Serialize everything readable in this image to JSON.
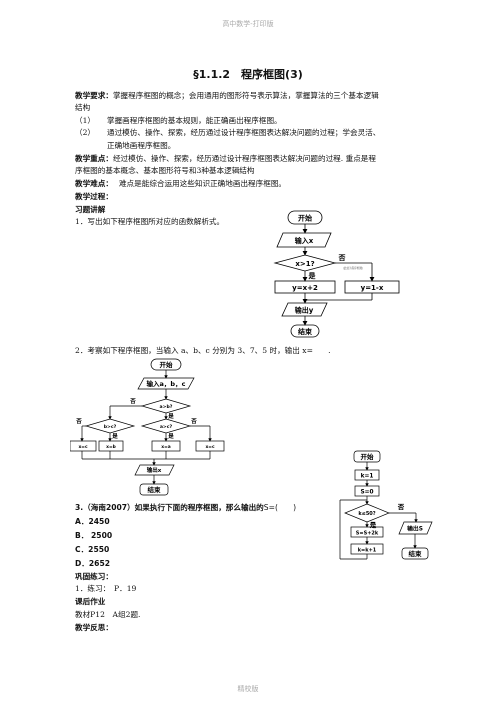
{
  "header": "高中数学-打印版",
  "footer": "精校版",
  "title": "§1.1.2　程序框图(3)",
  "goals": {
    "label": "教学要求：",
    "text1": "掌握程序框图的概念；会用通用的图形符号表示算法，掌握算法的三个基本逻辑",
    "text2": "结构",
    "item1_num": "（1）",
    "item1": "掌握画程序框图的基本规则，能正确画出程序框图。",
    "item2_num": "（2）",
    "item2a": "通过模仿、操作、探索，经历通过设计程序框图表达解决问题的过程；学会灵活、",
    "item2b": "正确地画程序框图。"
  },
  "key_points": {
    "label": "教学重点：",
    "text1": "经过模仿、操作、探索，经历通过设计程序框图表达解决问题的过程. 重点是程",
    "text2": "序框图的基本概念、基本图形符号和3种基本逻辑结构"
  },
  "difficulty": {
    "label": "教学难点：",
    "text": "难点是能综合运用这些知识正确地画出程序框图。"
  },
  "process_label": "教学过程：",
  "examples_label": "习题讲解",
  "q1": "1．写出如下程序框图所对应的函数解析式。",
  "fc1": {
    "start": "开始",
    "input": "输入x",
    "cond": "x>1?",
    "no": "否",
    "yes": "是",
    "tiny": "(此处为程序框图)",
    "left_proc": "y=x+2",
    "right_proc": "y=1-x",
    "output": "输出y",
    "end": "结束"
  },
  "q2": "2．考察如下程序框图，当输入 a、b、c 分别为 3、7、5 时，输出 x=　　.",
  "fc2": {
    "start": "开始",
    "input": "输入a，b，c",
    "cond": "a>b?",
    "no": "否",
    "yes": "是",
    "cond_l": "b>c?",
    "cond_r": "a>c?",
    "p1": "x=c",
    "p2": "x=b",
    "p3": "x=a",
    "p4": "x=c",
    "output": "输出x",
    "end": "结束"
  },
  "fc3": {
    "start": "开始",
    "init_k": "k=1",
    "init_s": "S=0",
    "cond": "k≤50?",
    "no": "否",
    "yes": "是",
    "body": "S=S+2k",
    "output": "输出S",
    "incr": "k=k+1",
    "end": "结束"
  },
  "q3": "3.（海南2007）如果执行下面的程序框图，那么输出的",
  "q3_tail": "S=(　　)",
  "options": [
    "A．2450",
    "B． 2500",
    "C．2550",
    "D．2652"
  ],
  "consolidate_label": "巩固练习：",
  "consolidate": "1．练习：　P．19",
  "homework_label": "课后作业",
  "homework": "教材P12　A组2题.",
  "reflection_label": "教学反思："
}
